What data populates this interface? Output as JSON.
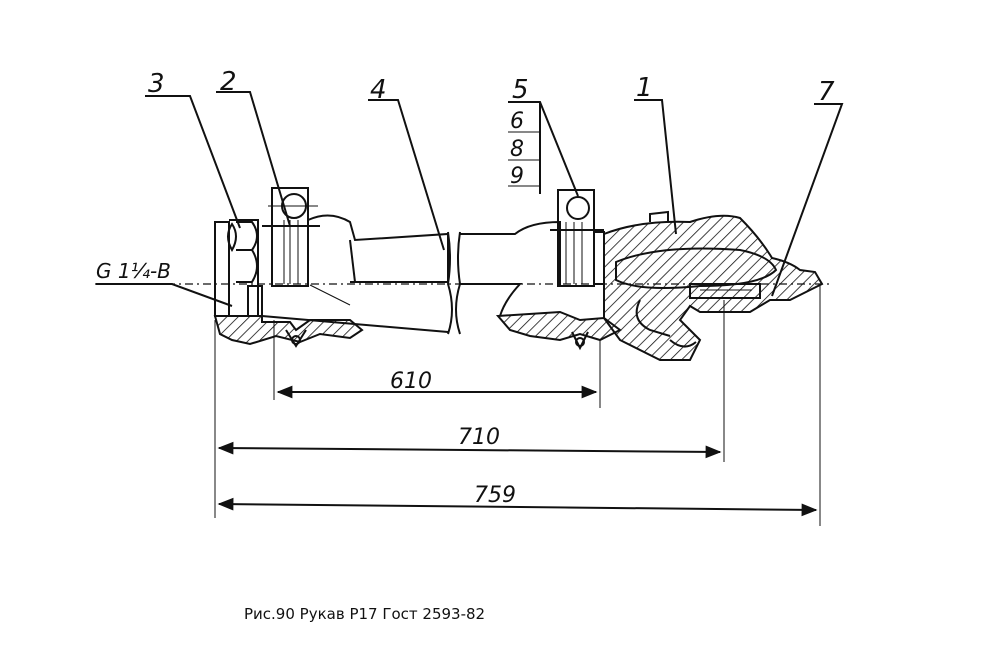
{
  "callouts": {
    "c1": "1",
    "c2": "2",
    "c3": "3",
    "c4": "4",
    "c5": "5",
    "c6": "6",
    "c7": "7",
    "c8": "8",
    "c9": "9"
  },
  "thread_label": "G 1¼-B",
  "dimensions": {
    "d610": "610",
    "d710": "710",
    "d759": "759"
  },
  "caption": "Рис.90 Рукав Р17 Гост 2593-82"
}
